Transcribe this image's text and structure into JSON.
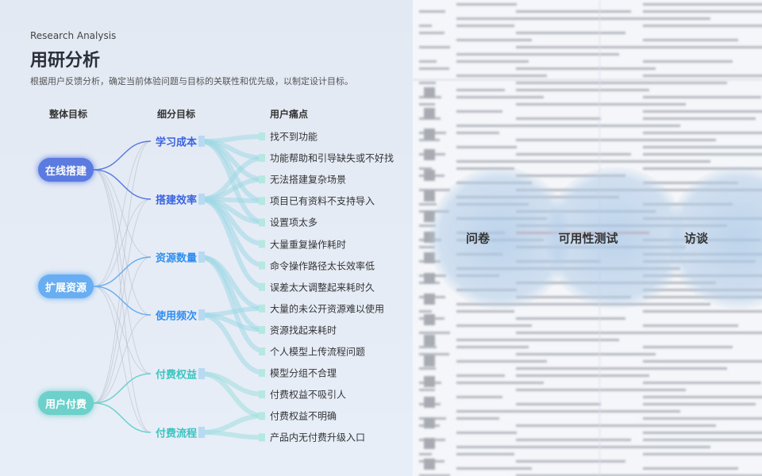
{
  "header": {
    "subtitle_en": "Research Analysis",
    "title": "用研分析",
    "description": "根据用户反馈分析，确定当前体验问题与目标的关联性和优先级，以制定设计目标。"
  },
  "columns": {
    "goal": "整体目标",
    "subgoal": "细分目标",
    "pain": "用户痛点"
  },
  "goals": [
    {
      "label": "在线搭建",
      "color": "#5b7be0"
    },
    {
      "label": "扩展资源",
      "color": "#69aef2"
    },
    {
      "label": "用户付费",
      "color": "#6dd0cb"
    }
  ],
  "subgoals": [
    {
      "label": "学习成本",
      "goal": 0,
      "color": "#3a63e0",
      "pains": [
        0,
        1,
        2,
        3,
        4
      ]
    },
    {
      "label": "搭建效率",
      "goal": 0,
      "color": "#3a63e0",
      "pains": [
        1,
        2,
        3,
        4,
        5,
        6,
        7
      ]
    },
    {
      "label": "资源数量",
      "goal": 1,
      "color": "#2f8ef0",
      "pains": [
        8,
        9,
        10
      ]
    },
    {
      "label": "使用频次",
      "goal": 1,
      "color": "#2f8ef0",
      "pains": [
        8,
        9,
        11
      ]
    },
    {
      "label": "付费权益",
      "goal": 2,
      "color": "#3cc4c0",
      "pains": [
        12,
        13
      ]
    },
    {
      "label": "付费流程",
      "goal": 2,
      "color": "#3cc4c0",
      "pains": [
        13,
        14
      ]
    }
  ],
  "pains": [
    "找不到功能",
    "功能帮助和引导缺失或不好找",
    "无法搭建复杂场景",
    "项目已有资料不支持导入",
    "设置项太多",
    "大量重复操作耗时",
    "命令操作路径太长效率低",
    "误差太大调整起来耗时久",
    "大量的未公开资源难以使用",
    "资源找起来耗时",
    "个人模型上传流程问题",
    "模型分组不合理",
    "付费权益不吸引人",
    "付费权益不明确",
    "产品内无付费升级入口"
  ],
  "methods": [
    "问卷",
    "可用性测试",
    "访谈"
  ]
}
